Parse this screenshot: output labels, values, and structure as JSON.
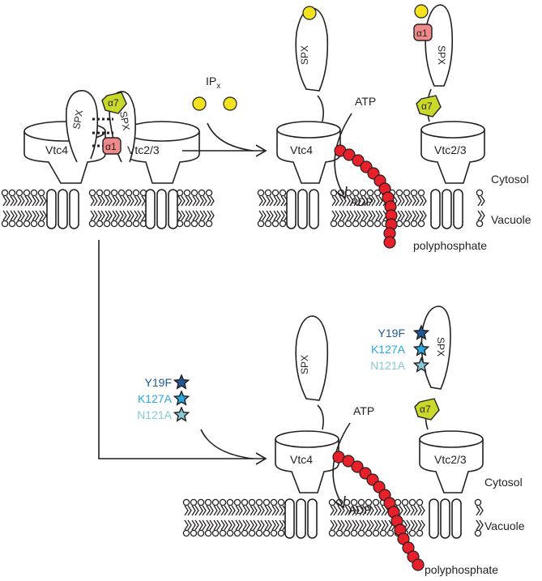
{
  "labels": {
    "spx": "SPX",
    "vtc4": "Vtc4",
    "vtc23": "Vtc2/3",
    "alpha7": "α7",
    "alpha1": "α1",
    "ipx_main": "IP",
    "ipx_sub": "x",
    "atp": "ATP",
    "adp": "ADP",
    "cytosol": "Cytosol",
    "vacuole": "Vacuole",
    "polyphosphate": "polyphosphate"
  },
  "mutations": [
    {
      "name": "Y19F",
      "color": "#1f5a96"
    },
    {
      "name": "K127A",
      "color": "#29a9e0"
    },
    {
      "name": "N121A",
      "color": "#86c8d4"
    }
  ],
  "colors": {
    "ipx": "#f4e21c",
    "alpha7": "#c9d92a",
    "alpha1": "#ee8a8a",
    "polyP": "#e8202a",
    "ink": "#231f20"
  }
}
